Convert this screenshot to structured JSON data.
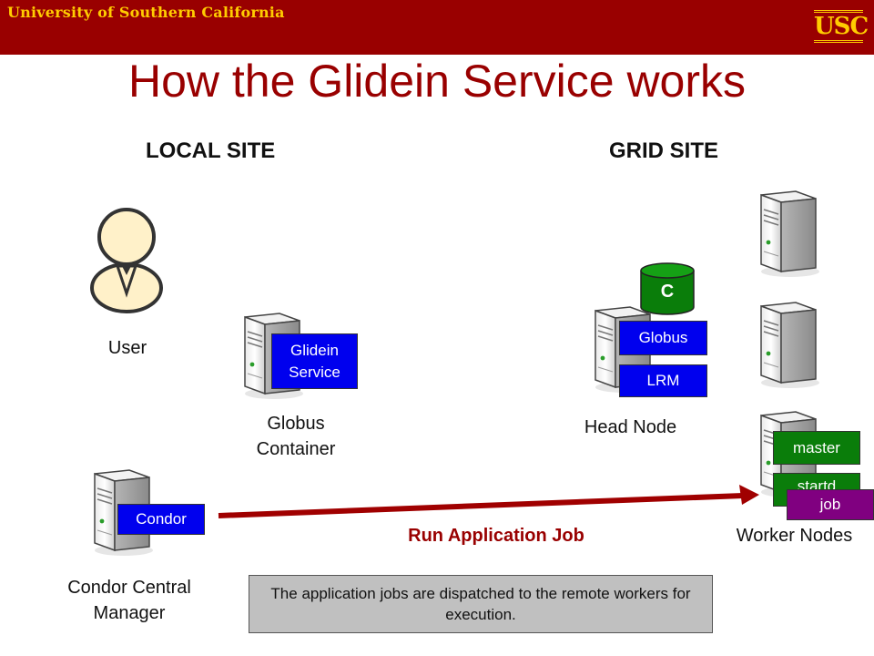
{
  "header": {
    "university": "University of Southern California",
    "logo_text": "USC"
  },
  "slide": {
    "title": "How the Glidein Service works"
  },
  "sections": {
    "local": "LOCAL SITE",
    "grid": "GRID SITE"
  },
  "actors": {
    "user": "User",
    "globus_container": [
      "Globus",
      "Container"
    ],
    "condor_cm": [
      "Condor Central",
      "Manager"
    ],
    "head_node": "Head Node",
    "worker_nodes": "Worker Nodes"
  },
  "components": {
    "glidein_service": [
      "Glidein",
      "Service"
    ],
    "condor": "Condor",
    "cluster_storage": "C",
    "globus": "Globus",
    "lrm": "LRM",
    "master": "master",
    "startd": "startd",
    "job": "job"
  },
  "flow": {
    "run_label": "Run Application Job"
  },
  "note": "The application jobs are dispatched to the remote workers for execution.",
  "colors": {
    "banner": "#990000",
    "banner_text": "#ffcc00",
    "title": "#990000",
    "component_blue": "#0000ee",
    "component_green": "#0a7d0a",
    "component_purple": "#800080",
    "arrow": "#a00000"
  }
}
